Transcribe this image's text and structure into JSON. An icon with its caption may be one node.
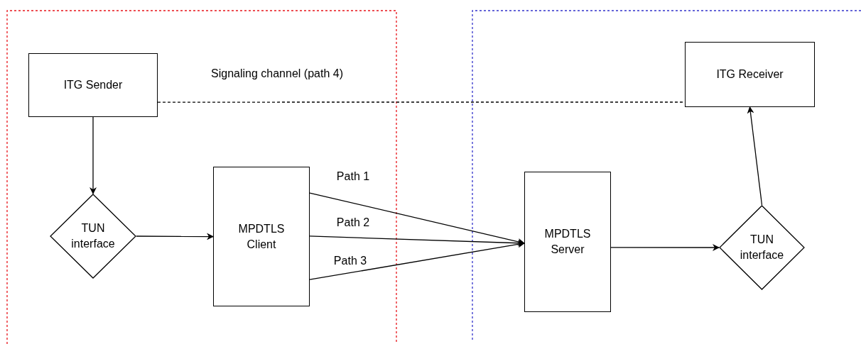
{
  "diagram": {
    "nodes": [
      {
        "text": [
          "ITG Sender"
        ]
      },
      {
        "text": [
          "TUN interface"
        ]
      },
      {
        "text": [
          "MPDTLS Client"
        ]
      },
      {
        "text": [
          "MPDTLS Server"
        ]
      },
      {
        "text": [
          "TUN interface"
        ]
      },
      {
        "text": [
          "ITG Receiver"
        ]
      }
    ],
    "edges": [
      {
        "from": 0,
        "to": 1,
        "arrow": "to"
      },
      {
        "from": 1,
        "to": 2,
        "arrow": "to"
      },
      {
        "from": 2,
        "to": 3,
        "arrow": "to",
        "label": "Path 1"
      },
      {
        "from": 2,
        "to": 3,
        "arrow": "to",
        "label": "Path 2"
      },
      {
        "from": 2,
        "to": 3,
        "arrow": "to",
        "label": "Path 3"
      },
      {
        "from": 3,
        "to": 4,
        "arrow": "to"
      },
      {
        "from": 4,
        "to": 5,
        "arrow": "to"
      },
      {
        "from": 0,
        "to": 5,
        "arrow": "none",
        "style": "dashed",
        "label": "Signaling channel (path 4)"
      }
    ]
  }
}
